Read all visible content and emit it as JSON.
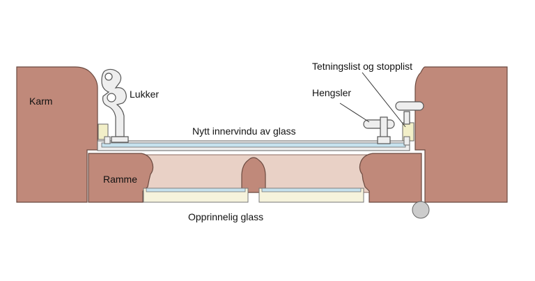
{
  "labels": {
    "karm": "Karm",
    "lukker": "Lukker",
    "ramme": "Ramme",
    "nytt_innervindu": "Nytt innervindu av glass",
    "hengsler": "Hengsler",
    "tetningslist": "Tetningslist og stopplist",
    "opprinnelig_glass": "Opprinnelig glass"
  },
  "colors": {
    "wood": "#c0897a",
    "wood_light": "#e8cfc4",
    "hardware": "#eeeeee",
    "glass": "#c6e2ee",
    "old_glass": "#f6f3dc",
    "seal": "#f2efc8",
    "outline": "#555555"
  }
}
